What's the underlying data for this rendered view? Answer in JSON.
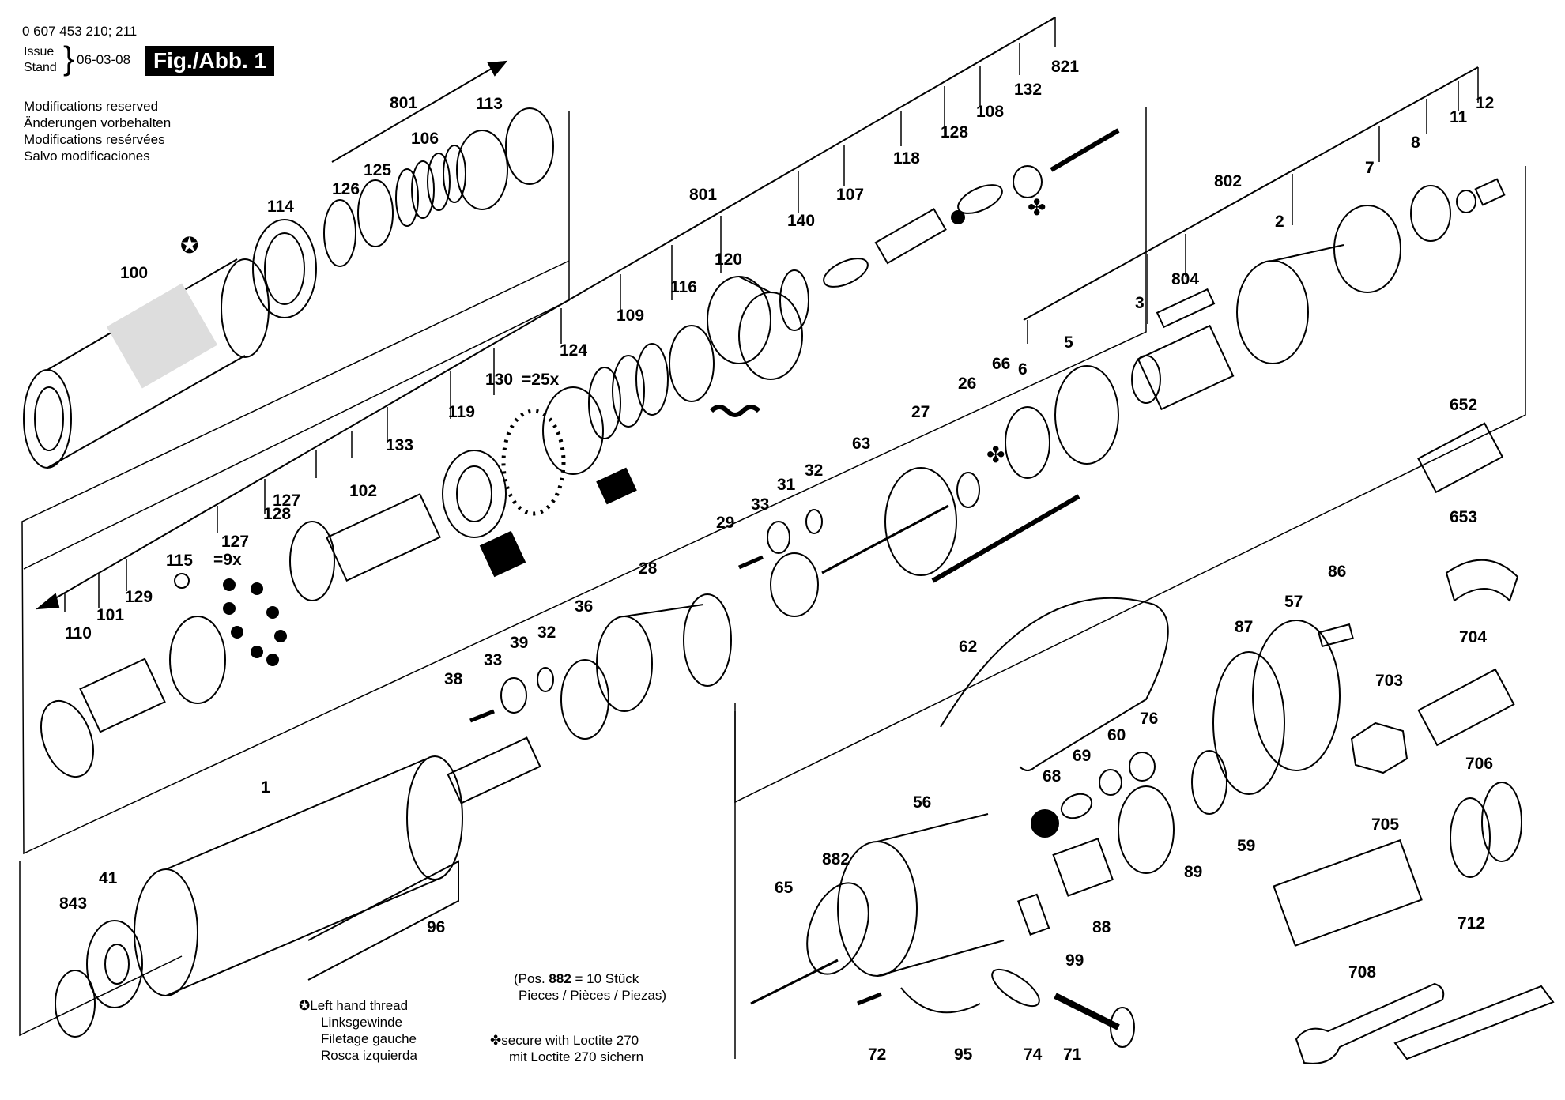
{
  "header": {
    "doc_number": "0 607 453 210; 211",
    "issue_label": "Issue",
    "stand_label": "Stand",
    "issue_date": "06-03-08",
    "figure_badge": "Fig./Abb. 1"
  },
  "modifications": [
    "Modifications reserved",
    "Änderungen vorbehalten",
    "Modifications resérvées",
    "Salvo modificaciones"
  ],
  "notes": {
    "left_hand_thread": [
      "Left hand thread",
      "Linksgewinde",
      "Filetage gauche",
      "Rosca izquierda"
    ],
    "pos_line1_a": "(Pos. ",
    "pos_line1_b": "882",
    "pos_line1_c": " = 10 Stück",
    "pos_line2": "Pieces / Pièces / Piezas)",
    "loctite": [
      "secure with Loctite 270",
      "mit Loctite 270 sichern"
    ]
  },
  "symbols": {
    "star_icon": "✪",
    "loctite_icon": "✤"
  },
  "part_labels": [
    "100",
    "114",
    "126",
    "125",
    "801",
    "106",
    "113",
    "110",
    "101",
    "129",
    "115",
    "127",
    "=9x",
    "127",
    "128",
    "102",
    "133",
    "119",
    "130",
    "=25x",
    "124",
    "109",
    "116",
    "120",
    "801",
    "140",
    "107",
    "118",
    "128",
    "108",
    "132",
    "821",
    "1",
    "843",
    "41",
    "96",
    "38",
    "33",
    "39",
    "32",
    "36",
    "28",
    "29",
    "33",
    "31",
    "32",
    "63",
    "27",
    "26",
    "66",
    "6",
    "5",
    "3",
    "804",
    "802",
    "2",
    "7",
    "8",
    "11",
    "12",
    "652",
    "653",
    "86",
    "57",
    "87",
    "62",
    "704",
    "703",
    "706",
    "705",
    "712",
    "708",
    "68",
    "69",
    "60",
    "76",
    "56",
    "882",
    "65",
    "72",
    "95",
    "74",
    "71",
    "99",
    "88",
    "89",
    "59"
  ],
  "colors": {
    "ink": "#000000",
    "background": "#ffffff",
    "badge_bg": "#000000",
    "badge_text": "#ffffff"
  }
}
